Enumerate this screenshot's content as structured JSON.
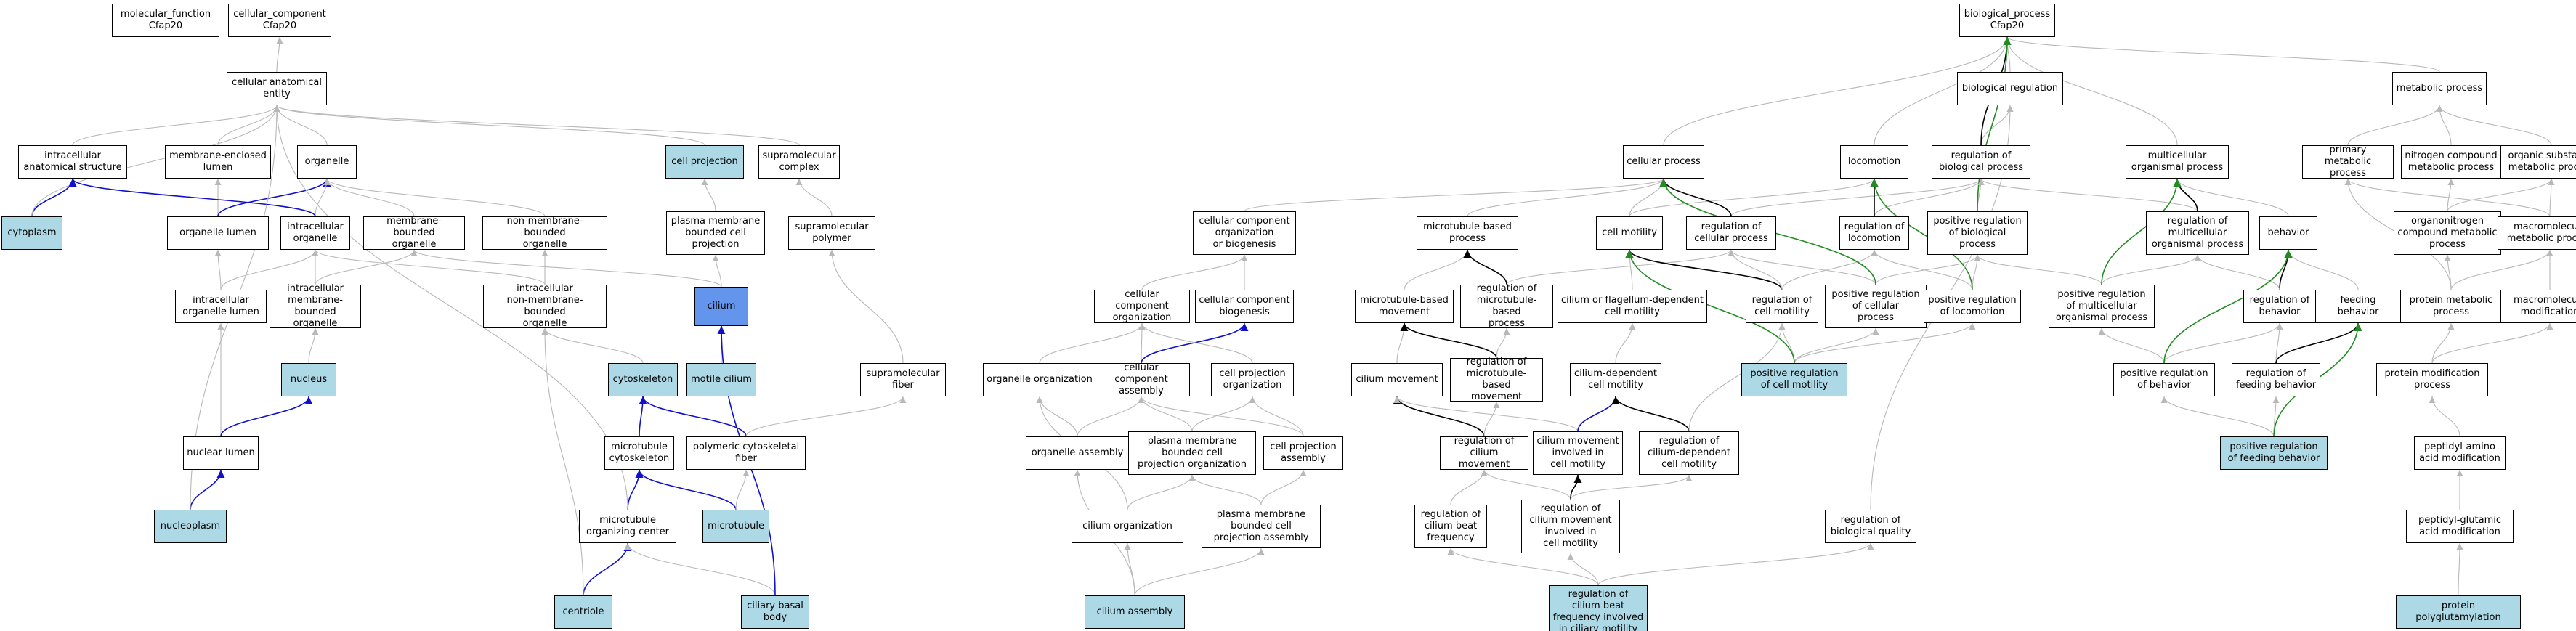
{
  "colors": {
    "gray": "#b8b8b8",
    "black": "#000000",
    "blue": "#1010cc",
    "green": "#228b22",
    "highlight": "#add8e6",
    "focus": "#6495ed"
  },
  "nodes": {
    "mf": {
      "label": "molecular_function\nCfap20",
      "hl": ""
    },
    "cc": {
      "label": "cellular_component\nCfap20",
      "hl": ""
    },
    "cae": {
      "label": "cellular anatomical\nentity",
      "hl": ""
    },
    "ias": {
      "label": "intracellular\nanatomical structure",
      "hl": ""
    },
    "cyto": {
      "label": "cytoplasm",
      "hl": "hl"
    },
    "mel": {
      "label": "membrane-enclosed\nlumen",
      "hl": ""
    },
    "org": {
      "label": "organelle",
      "hl": ""
    },
    "orgl": {
      "label": "organelle lumen",
      "hl": ""
    },
    "io": {
      "label": "intracellular\norganelle",
      "hl": ""
    },
    "mbo": {
      "label": "membrane-bounded\norganelle",
      "hl": ""
    },
    "nmbo": {
      "label": "non-membrane-bounded\norganelle",
      "hl": ""
    },
    "iol": {
      "label": "intracellular\norganelle lumen",
      "hl": ""
    },
    "imbo": {
      "label": "intracellular\nmembrane-bounded\norganelle",
      "hl": ""
    },
    "inmbo": {
      "label": "intracellular\nnon-membrane-bounded\norganelle",
      "hl": ""
    },
    "nuc": {
      "label": "nucleus",
      "hl": "hl"
    },
    "nl": {
      "label": "nuclear lumen",
      "hl": ""
    },
    "nucp": {
      "label": "nucleoplasm",
      "hl": "hl"
    },
    "cp": {
      "label": "cell projection",
      "hl": "hl"
    },
    "smc": {
      "label": "supramolecular\ncomplex",
      "hl": ""
    },
    "pmbcp": {
      "label": "plasma membrane\nbounded cell\nprojection",
      "hl": ""
    },
    "smp": {
      "label": "supramolecular\npolymer",
      "hl": ""
    },
    "cil": {
      "label": "cilium",
      "hl": "focus"
    },
    "mc": {
      "label": "motile cilium",
      "hl": "hl"
    },
    "cytsk": {
      "label": "cytoskeleton",
      "hl": "hl"
    },
    "smf": {
      "label": "supramolecular\nfiber",
      "hl": ""
    },
    "mtcs": {
      "label": "microtubule\ncytoskeleton",
      "hl": ""
    },
    "pcf": {
      "label": "polymeric cytoskeletal\nfiber",
      "hl": ""
    },
    "mtoc": {
      "label": "microtubule\norganizing center",
      "hl": ""
    },
    "mt": {
      "label": "microtubule",
      "hl": "hl"
    },
    "cent": {
      "label": "centriole",
      "hl": "hl"
    },
    "cbb": {
      "label": "ciliary basal\nbody",
      "hl": "hl"
    },
    "bp": {
      "label": "biological_process\nCfap20",
      "hl": ""
    },
    "br": {
      "label": "biological regulation",
      "hl": ""
    },
    "mp": {
      "label": "metabolic process",
      "hl": ""
    },
    "cpr": {
      "label": "cellular process",
      "hl": ""
    },
    "loc": {
      "label": "locomotion",
      "hl": ""
    },
    "rbp": {
      "label": "regulation of\nbiological process",
      "hl": ""
    },
    "mop": {
      "label": "multicellular\norganismal process",
      "hl": ""
    },
    "pmp": {
      "label": "primary metabolic\nprocess",
      "hl": ""
    },
    "ncmp": {
      "label": "nitrogen compound\nmetabolic process",
      "hl": ""
    },
    "osmp": {
      "label": "organic substance\nmetabolic process",
      "hl": ""
    },
    "ccob": {
      "label": "cellular component\norganization\nor biogenesis",
      "hl": ""
    },
    "mbpr": {
      "label": "microtubule-based\nprocess",
      "hl": ""
    },
    "cm": {
      "label": "cell motility",
      "hl": ""
    },
    "rcp": {
      "label": "regulation of\ncellular process",
      "hl": ""
    },
    "rloc": {
      "label": "regulation of\nlocomotion",
      "hl": ""
    },
    "prbp": {
      "label": "positive regulation\nof biological\nprocess",
      "hl": ""
    },
    "rmop": {
      "label": "regulation of\nmulticellular\norganismal process",
      "hl": ""
    },
    "beh": {
      "label": "behavior",
      "hl": ""
    },
    "ocmp": {
      "label": "organonitrogen\ncompound metabolic\nprocess",
      "hl": ""
    },
    "mmp": {
      "label": "macromolecule\nmetabolic process",
      "hl": ""
    },
    "cco": {
      "label": "cellular component\norganization",
      "hl": ""
    },
    "ccb": {
      "label": "cellular component\nbiogenesis",
      "hl": ""
    },
    "mbm": {
      "label": "microtubule-based\nmovement",
      "hl": ""
    },
    "rmbp": {
      "label": "regulation of\nmicrotubule-based\nprocess",
      "hl": ""
    },
    "cfdcm": {
      "label": "cilium or flagellum-dependent\ncell motility",
      "hl": ""
    },
    "rcm": {
      "label": "regulation of\ncell motility",
      "hl": ""
    },
    "prcp": {
      "label": "positive regulation\nof cellular\nprocess",
      "hl": ""
    },
    "prloc": {
      "label": "positive regulation\nof locomotion",
      "hl": ""
    },
    "prmop": {
      "label": "positive regulation\nof multicellular\norganismal process",
      "hl": ""
    },
    "rbeh": {
      "label": "regulation of\nbehavior",
      "hl": ""
    },
    "fb": {
      "label": "feeding behavior",
      "hl": ""
    },
    "prmp": {
      "label": "protein metabolic\nprocess",
      "hl": ""
    },
    "mmod": {
      "label": "macromolecule\nmodification",
      "hl": ""
    },
    "oorg": {
      "label": "organelle organization",
      "hl": ""
    },
    "cca": {
      "label": "cellular component\nassembly",
      "hl": ""
    },
    "cpo": {
      "label": "cell projection\norganization",
      "hl": ""
    },
    "cmov": {
      "label": "cilium movement",
      "hl": ""
    },
    "rmbm": {
      "label": "regulation of\nmicrotubule-based\nmovement",
      "hl": ""
    },
    "cdcm": {
      "label": "cilium-dependent\ncell motility",
      "hl": ""
    },
    "prcm": {
      "label": "positive regulation\nof cell motility",
      "hl": "hl"
    },
    "prbeh": {
      "label": "positive regulation\nof behavior",
      "hl": ""
    },
    "rfb": {
      "label": "regulation of\nfeeding behavior",
      "hl": ""
    },
    "pmop": {
      "label": "protein modification\nprocess",
      "hl": ""
    },
    "oa": {
      "label": "organelle assembly",
      "hl": ""
    },
    "pmbcpo": {
      "label": "plasma membrane\nbounded cell\nprojection organization",
      "hl": ""
    },
    "cpa": {
      "label": "cell projection\nassembly",
      "hl": ""
    },
    "rcmov": {
      "label": "regulation of\ncilium movement",
      "hl": ""
    },
    "cmicm": {
      "label": "cilium movement\ninvolved in\ncell motility",
      "hl": ""
    },
    "rcdcm": {
      "label": "regulation of\ncilium-dependent\ncell motility",
      "hl": ""
    },
    "prfb": {
      "label": "positive regulation\nof feeding behavior",
      "hl": "hl"
    },
    "paamod": {
      "label": "peptidyl-amino\nacid modification",
      "hl": ""
    },
    "corg": {
      "label": "cilium organization",
      "hl": ""
    },
    "pmbcpa": {
      "label": "plasma membrane\nbounded cell\nprojection assembly",
      "hl": ""
    },
    "rcbf": {
      "label": "regulation of\ncilium beat\nfrequency",
      "hl": ""
    },
    "rcmicm": {
      "label": "regulation of\ncilium movement\ninvolved in\ncell motility",
      "hl": ""
    },
    "rbq": {
      "label": "regulation of\nbiological quality",
      "hl": ""
    },
    "pgamod": {
      "label": "peptidyl-glutamic\nacid modification",
      "hl": ""
    },
    "ca": {
      "label": "cilium assembly",
      "hl": "hl"
    },
    "rcbfcm": {
      "label": "regulation of\ncilium beat\nfrequency involved\nin ciliary motility",
      "hl": "hl"
    },
    "ppg": {
      "label": "protein polyglutamylation",
      "hl": "hl"
    }
  },
  "edges": [
    [
      "cae",
      "cc",
      "gray"
    ],
    [
      "ias",
      "cae",
      "gray"
    ],
    [
      "mel",
      "cae",
      "gray"
    ],
    [
      "org",
      "cae",
      "gray"
    ],
    [
      "cp",
      "cae",
      "gray"
    ],
    [
      "smc",
      "cae",
      "gray"
    ],
    [
      "cyto",
      "ias",
      "blue"
    ],
    [
      "cyto",
      "cae",
      "gray"
    ],
    [
      "orgl",
      "mel",
      "gray"
    ],
    [
      "orgl",
      "org",
      "blue"
    ],
    [
      "io",
      "org",
      "gray"
    ],
    [
      "io",
      "ias",
      "blue"
    ],
    [
      "mbo",
      "org",
      "gray"
    ],
    [
      "nmbo",
      "org",
      "gray"
    ],
    [
      "iol",
      "orgl",
      "gray"
    ],
    [
      "iol",
      "io",
      "gray"
    ],
    [
      "imbo",
      "mbo",
      "gray"
    ],
    [
      "imbo",
      "io",
      "gray"
    ],
    [
      "inmbo",
      "nmbo",
      "gray"
    ],
    [
      "inmbo",
      "io",
      "gray"
    ],
    [
      "nuc",
      "imbo",
      "gray"
    ],
    [
      "nl",
      "iol",
      "gray"
    ],
    [
      "nl",
      "nuc",
      "blue"
    ],
    [
      "nucp",
      "nl",
      "blue"
    ],
    [
      "nucp",
      "cae",
      "gray"
    ],
    [
      "pmbcp",
      "cp",
      "gray"
    ],
    [
      "smp",
      "smc",
      "gray"
    ],
    [
      "cil",
      "pmbcp",
      "gray"
    ],
    [
      "cil",
      "mbo",
      "gray"
    ],
    [
      "mc",
      "cil",
      "gray"
    ],
    [
      "cytsk",
      "inmbo",
      "gray"
    ],
    [
      "smf",
      "smp",
      "gray"
    ],
    [
      "mtcs",
      "cytsk",
      "blue"
    ],
    [
      "pcf",
      "cytsk",
      "blue"
    ],
    [
      "pcf",
      "smf",
      "gray"
    ],
    [
      "mtoc",
      "mtcs",
      "blue"
    ],
    [
      "mtoc",
      "cae",
      "gray"
    ],
    [
      "mt",
      "mtcs",
      "blue"
    ],
    [
      "mt",
      "pcf",
      "gray"
    ],
    [
      "cent",
      "mtoc",
      "blue"
    ],
    [
      "cent",
      "inmbo",
      "gray"
    ],
    [
      "cbb",
      "mtoc",
      "gray"
    ],
    [
      "cbb",
      "cil",
      "blue"
    ],
    [
      "br",
      "bp",
      "gray"
    ],
    [
      "mp",
      "bp",
      "gray"
    ],
    [
      "cpr",
      "bp",
      "gray"
    ],
    [
      "loc",
      "bp",
      "gray"
    ],
    [
      "mop",
      "bp",
      "gray"
    ],
    [
      "rbp",
      "br",
      "gray"
    ],
    [
      "rbp",
      "bp",
      "black"
    ],
    [
      "pmp",
      "mp",
      "gray"
    ],
    [
      "ncmp",
      "mp",
      "gray"
    ],
    [
      "osmp",
      "mp",
      "gray"
    ],
    [
      "ccob",
      "cpr",
      "gray"
    ],
    [
      "mbpr",
      "cpr",
      "gray"
    ],
    [
      "cm",
      "cpr",
      "gray"
    ],
    [
      "cm",
      "loc",
      "gray"
    ],
    [
      "rcp",
      "rbp",
      "gray"
    ],
    [
      "rcp",
      "cpr",
      "black"
    ],
    [
      "rloc",
      "rbp",
      "gray"
    ],
    [
      "rloc",
      "loc",
      "black"
    ],
    [
      "prbp",
      "rbp",
      "gray"
    ],
    [
      "prbp",
      "bp",
      "green"
    ],
    [
      "rmop",
      "rbp",
      "gray"
    ],
    [
      "rmop",
      "mop",
      "black"
    ],
    [
      "beh",
      "mop",
      "gray"
    ],
    [
      "ocmp",
      "ncmp",
      "gray"
    ],
    [
      "ocmp",
      "osmp",
      "gray"
    ],
    [
      "mmp",
      "osmp",
      "gray"
    ],
    [
      "mmp",
      "pmp",
      "gray"
    ],
    [
      "cco",
      "ccob",
      "gray"
    ],
    [
      "ccb",
      "ccob",
      "gray"
    ],
    [
      "mbm",
      "mbpr",
      "gray"
    ],
    [
      "rmbp",
      "mbpr",
      "black"
    ],
    [
      "rmbp",
      "rcp",
      "gray"
    ],
    [
      "cfdcm",
      "cm",
      "gray"
    ],
    [
      "rcm",
      "cm",
      "black"
    ],
    [
      "rcm",
      "rcp",
      "gray"
    ],
    [
      "rcm",
      "rloc",
      "gray"
    ],
    [
      "prcp",
      "rcp",
      "gray"
    ],
    [
      "prcp",
      "prbp",
      "gray"
    ],
    [
      "prcp",
      "cpr",
      "green"
    ],
    [
      "prloc",
      "rloc",
      "gray"
    ],
    [
      "prloc",
      "prbp",
      "gray"
    ],
    [
      "prloc",
      "loc",
      "green"
    ],
    [
      "prmop",
      "rmop",
      "gray"
    ],
    [
      "prmop",
      "prbp",
      "gray"
    ],
    [
      "prmop",
      "mop",
      "green"
    ],
    [
      "rbeh",
      "beh",
      "black"
    ],
    [
      "rbeh",
      "rmop",
      "gray"
    ],
    [
      "fb",
      "beh",
      "gray"
    ],
    [
      "prmp",
      "pmp",
      "gray"
    ],
    [
      "prmp",
      "ocmp",
      "gray"
    ],
    [
      "prmp",
      "mmp",
      "gray"
    ],
    [
      "mmod",
      "mmp",
      "gray"
    ],
    [
      "oorg",
      "cco",
      "gray"
    ],
    [
      "cca",
      "cco",
      "gray"
    ],
    [
      "cca",
      "ccb",
      "blue"
    ],
    [
      "cpo",
      "cco",
      "gray"
    ],
    [
      "cmov",
      "mbm",
      "gray"
    ],
    [
      "rmbm",
      "mbm",
      "black"
    ],
    [
      "rmbm",
      "rmbp",
      "gray"
    ],
    [
      "cdcm",
      "cfdcm",
      "gray"
    ],
    [
      "prcm",
      "rcm",
      "gray"
    ],
    [
      "prcm",
      "prcp",
      "gray"
    ],
    [
      "prcm",
      "prloc",
      "gray"
    ],
    [
      "prcm",
      "cm",
      "green"
    ],
    [
      "prbeh",
      "rbeh",
      "gray"
    ],
    [
      "prbeh",
      "prmop",
      "gray"
    ],
    [
      "prbeh",
      "beh",
      "green"
    ],
    [
      "rfb",
      "rbeh",
      "gray"
    ],
    [
      "rfb",
      "fb",
      "black"
    ],
    [
      "pmop",
      "mmod",
      "gray"
    ],
    [
      "pmop",
      "prmp",
      "gray"
    ],
    [
      "oa",
      "oorg",
      "gray"
    ],
    [
      "oa",
      "cca",
      "gray"
    ],
    [
      "pmbcpo",
      "cpo",
      "gray"
    ],
    [
      "pmbcpo",
      "cca",
      "gray"
    ],
    [
      "cpa",
      "cpo",
      "gray"
    ],
    [
      "cpa",
      "cca",
      "gray"
    ],
    [
      "rcmov",
      "cmov",
      "black"
    ],
    [
      "rcmov",
      "rmbm",
      "gray"
    ],
    [
      "cmicm",
      "cmov",
      "gray"
    ],
    [
      "cmicm",
      "cdcm",
      "blue"
    ],
    [
      "rcdcm",
      "cdcm",
      "black"
    ],
    [
      "rcdcm",
      "rcm",
      "gray"
    ],
    [
      "prfb",
      "rfb",
      "gray"
    ],
    [
      "prfb",
      "prbeh",
      "gray"
    ],
    [
      "prfb",
      "fb",
      "green"
    ],
    [
      "paamod",
      "pmop",
      "gray"
    ],
    [
      "corg",
      "oorg",
      "gray"
    ],
    [
      "corg",
      "pmbcpo",
      "gray"
    ],
    [
      "pmbcpa",
      "pmbcpo",
      "gray"
    ],
    [
      "pmbcpa",
      "cpa",
      "gray"
    ],
    [
      "rcbf",
      "rcmov",
      "gray"
    ],
    [
      "rcmicm",
      "rcmov",
      "gray"
    ],
    [
      "rcmicm",
      "cmicm",
      "black"
    ],
    [
      "rcmicm",
      "rcdcm",
      "gray"
    ],
    [
      "rbq",
      "br",
      "gray"
    ],
    [
      "pgamod",
      "paamod",
      "gray"
    ],
    [
      "ca",
      "corg",
      "gray"
    ],
    [
      "ca",
      "oa",
      "gray"
    ],
    [
      "ca",
      "pmbcpa",
      "gray"
    ],
    [
      "rcbfcm",
      "rcbf",
      "gray"
    ],
    [
      "rcbfcm",
      "rcmicm",
      "gray"
    ],
    [
      "rcbfcm",
      "rbq",
      "gray"
    ],
    [
      "ppg",
      "pgamod",
      "gray"
    ]
  ]
}
